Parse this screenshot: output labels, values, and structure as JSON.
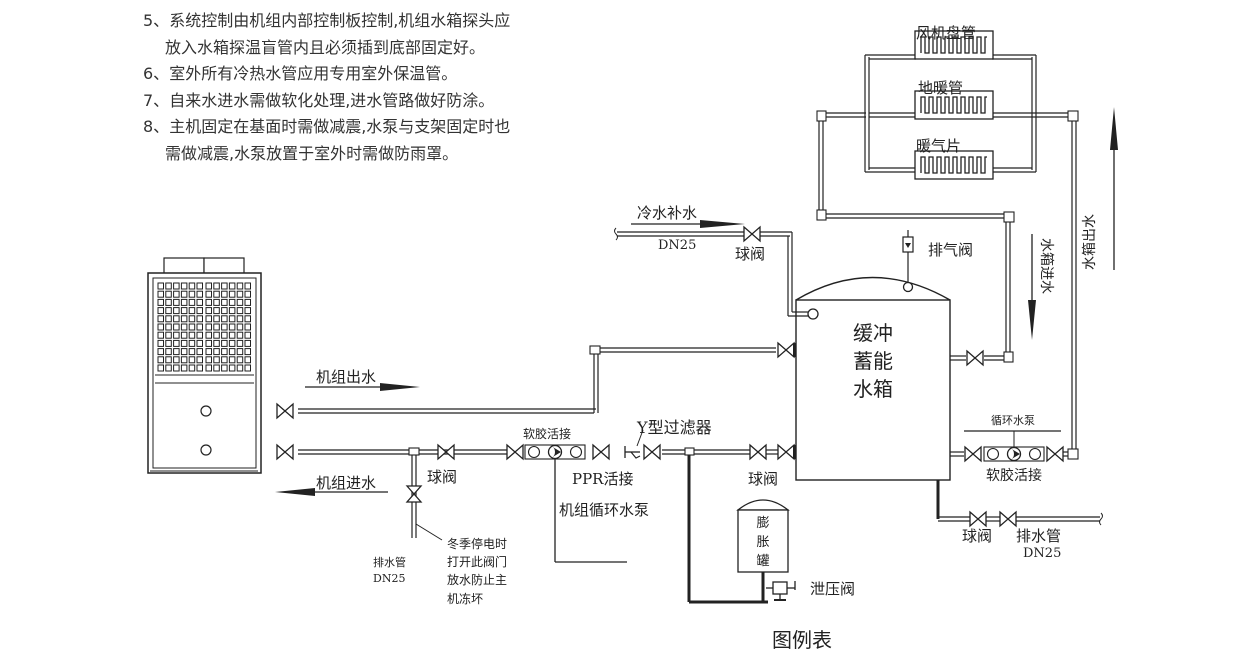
{
  "notes": [
    {
      "num": "5、",
      "lines": [
        "系统控制由机组内部控制板控制,机组水箱探头应",
        "放入水箱探温盲管内且必须插到底部固定好。"
      ]
    },
    {
      "num": "6、",
      "lines": [
        "室外所有冷热水管应用专用室外保温管。"
      ]
    },
    {
      "num": "7、",
      "lines": [
        "自来水进水需做软化处理,进水管路做好防涂。"
      ]
    },
    {
      "num": "8、",
      "lines": [
        "主机固定在基面时需做减震,水泵与支架固定时也",
        "需做减震,水泵放置于室外时需做防雨罩。"
      ]
    }
  ],
  "labels": {
    "fan_coil": "风机盘管",
    "floor_heating": "地暖管",
    "radiator": "暖气片",
    "cold_water_makeup": "冷水补水",
    "dn25": "DN25",
    "ball_valve": "球阀",
    "air_vent": "排气阀",
    "tank_title": [
      "缓冲",
      "蓄能",
      "水箱"
    ],
    "tank_inlet": "水箱进水",
    "tank_outlet": "水箱出水",
    "unit_outlet": "机组出水",
    "unit_inlet": "机组进水",
    "flex_joint": "软胶活接",
    "y_filter": "Y型过滤器",
    "ppr_union": "PPR活接",
    "unit_pump": "机组循环水泵",
    "circ_pump": "循环水泵",
    "drain_pipe": "排水管",
    "winter_note": [
      "冬季停电时",
      "打开此阀门",
      "放水防止主",
      "机冻坏"
    ],
    "expansion_tank": [
      "膨",
      "胀",
      "罐"
    ],
    "relief_valve": "泄压阀"
  },
  "caption": "图例表"
}
